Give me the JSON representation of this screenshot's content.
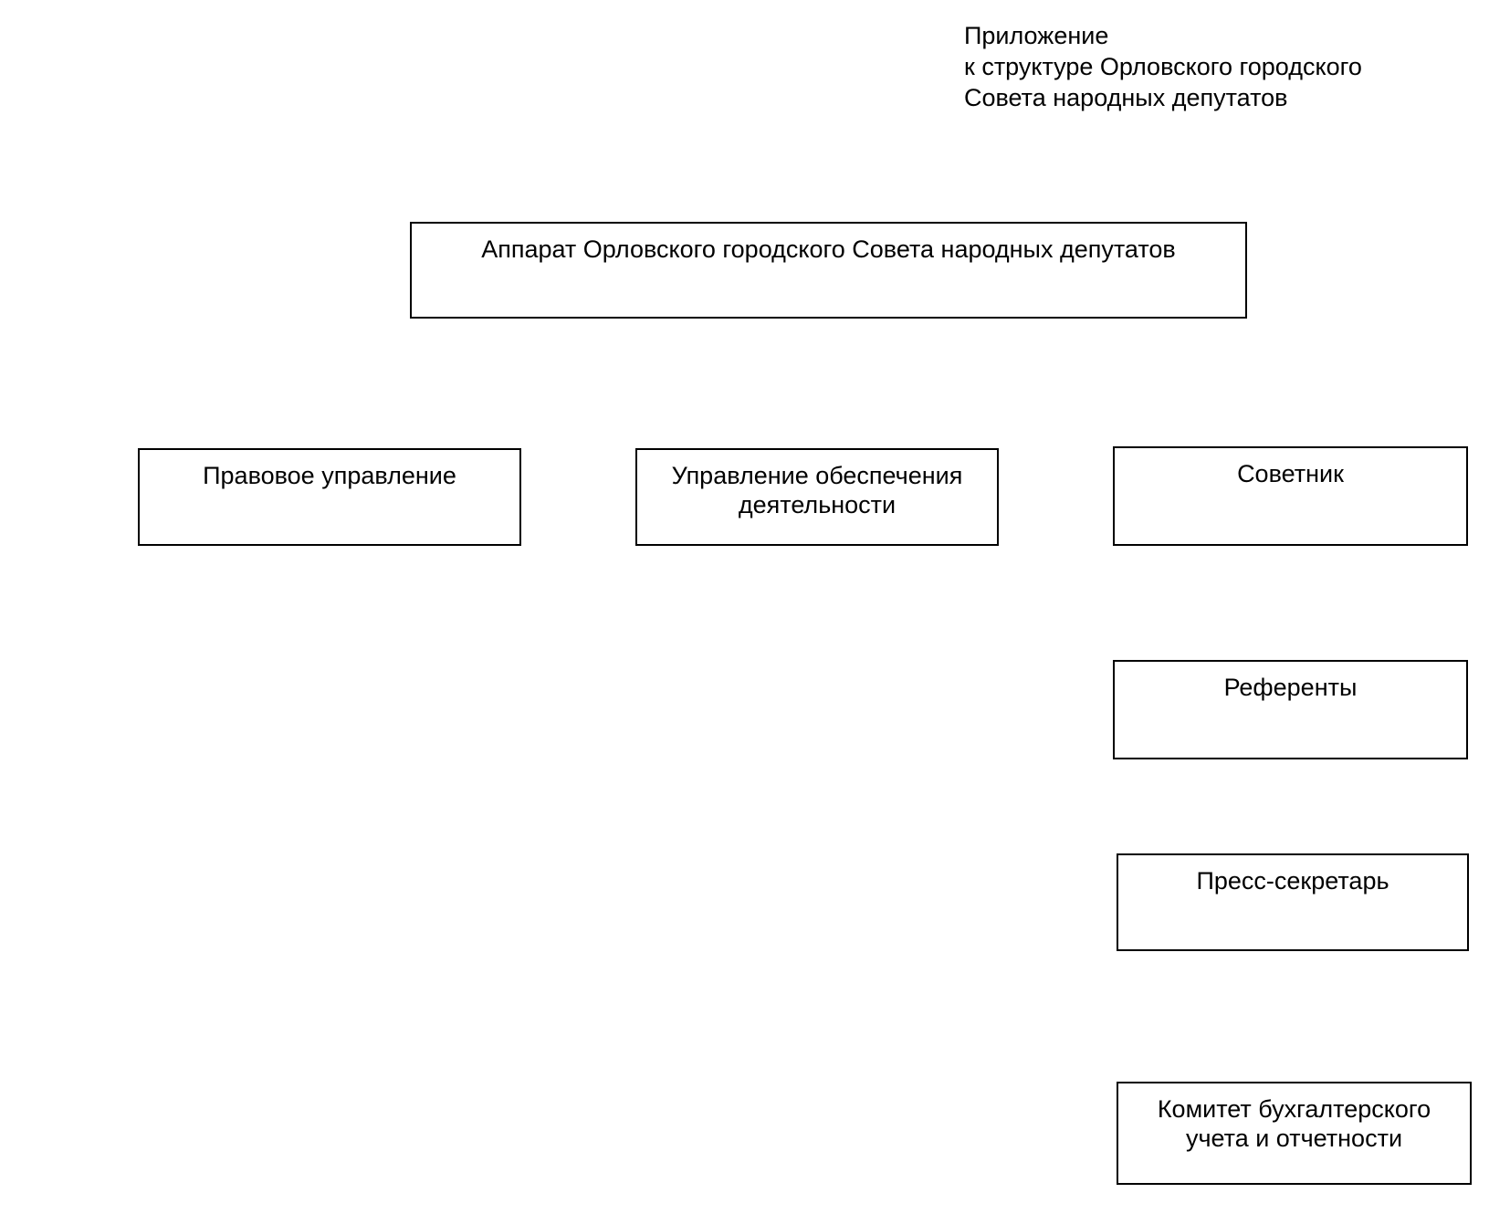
{
  "appendix": {
    "line1": "Приложение",
    "line2": "к структуре Орловского городского",
    "line3": "Совета народных депутатов"
  },
  "boxes": {
    "apparat": "Аппарат Орловского городского Совета народных депутатов",
    "legal_department": "Правовое управление",
    "support_department": "Управление обеспечения\nдеятельности",
    "advisor": "Советник",
    "referents": "Референты",
    "press_secretary": "Пресс-секретарь",
    "accounting_committee": "Комитет бухгалтерского\nучета и отчетности"
  }
}
